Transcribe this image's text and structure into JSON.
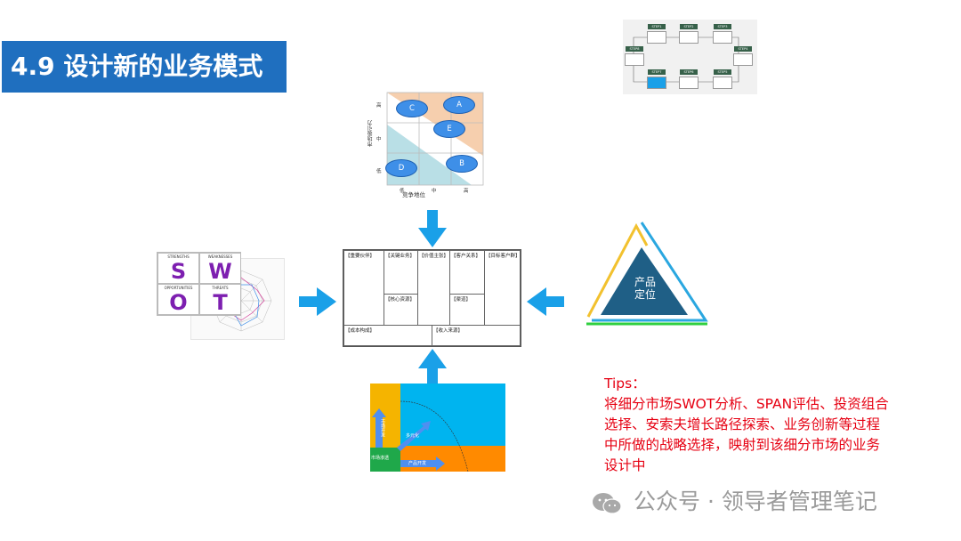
{
  "title": "4.9 设计新的业务模式",
  "tips": {
    "heading": "Tips：",
    "body": "将细分市场SWOT分析、SPAN评估、投资组合选择、安索夫增长路径探索、业务创新等过程中所做的战略选择，映射到该细分市场的业务设计中"
  },
  "watermark": {
    "text": "公众号 · 领导者管理笔记",
    "icon": "wechat-icon"
  },
  "business_model_canvas": {
    "key_partners": "【重要伙伴】",
    "key_activities": "【关键业务】",
    "value_proposition": "【价值主张】",
    "customer_relationships": "【客户关系】",
    "customer_segments": "【目标客户群】",
    "key_resources": "【核心资源】",
    "channels": "【渠道】",
    "cost_structure": "【成本构成】",
    "revenue_streams": "【收入来源】"
  },
  "swot": {
    "s": "S",
    "w": "W",
    "o": "O",
    "t": "T",
    "s_label": "STRENGTHS",
    "w_label": "WEAKNESSES",
    "o_label": "OPPORTUNITIES",
    "t_label": "THREATS",
    "color": "#7d1fb0"
  },
  "product_positioning": {
    "label_line1": "产品",
    "label_line2": "定位",
    "fill": "#1f5f86"
  },
  "span_matrix": {
    "x_label": "竞争地位",
    "y_label": "市场吸引力",
    "bubbles": [
      "A",
      "B",
      "C",
      "D",
      "E"
    ],
    "x_ticks": [
      "低",
      "中",
      "高"
    ],
    "y_ticks": [
      "高",
      "中",
      "低"
    ]
  },
  "steps_chart": {
    "labels": [
      "STEP1",
      "STEP2",
      "STEP3",
      "STEP4",
      "STEP5",
      "STEP6",
      "STEP7",
      "STEP8"
    ]
  },
  "growth_matrix": {
    "labels": [
      "市场渗透",
      "市场开发",
      "产品开发",
      "多元化"
    ]
  },
  "colors": {
    "title_bg": "#1f6fbf",
    "arrow": "#1aa0e8",
    "tips": "#e60012"
  }
}
